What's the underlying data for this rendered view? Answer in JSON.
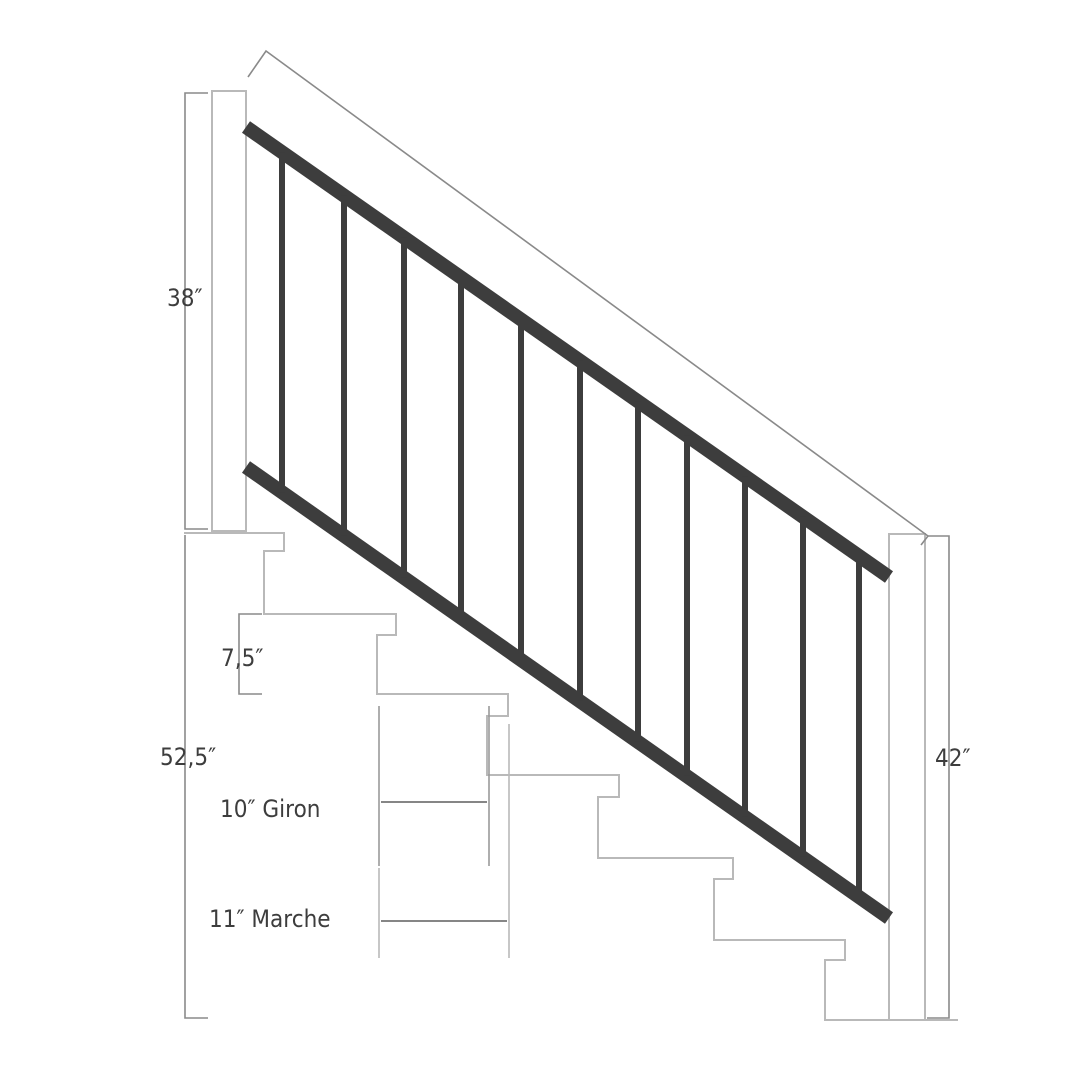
{
  "colors": {
    "rail": "#3d3d3d",
    "outline": "#b9b9b9",
    "dimension": "#8a8a8a",
    "text": "#3d3d3d",
    "background": "#ffffff"
  },
  "labels": {
    "left_post_height": "38″",
    "right_post_height": "42″",
    "riser_height": "7,5″",
    "total_rise": "52,5″",
    "run_label": "10″ Giron",
    "tread_label": "11″ Marche"
  }
}
